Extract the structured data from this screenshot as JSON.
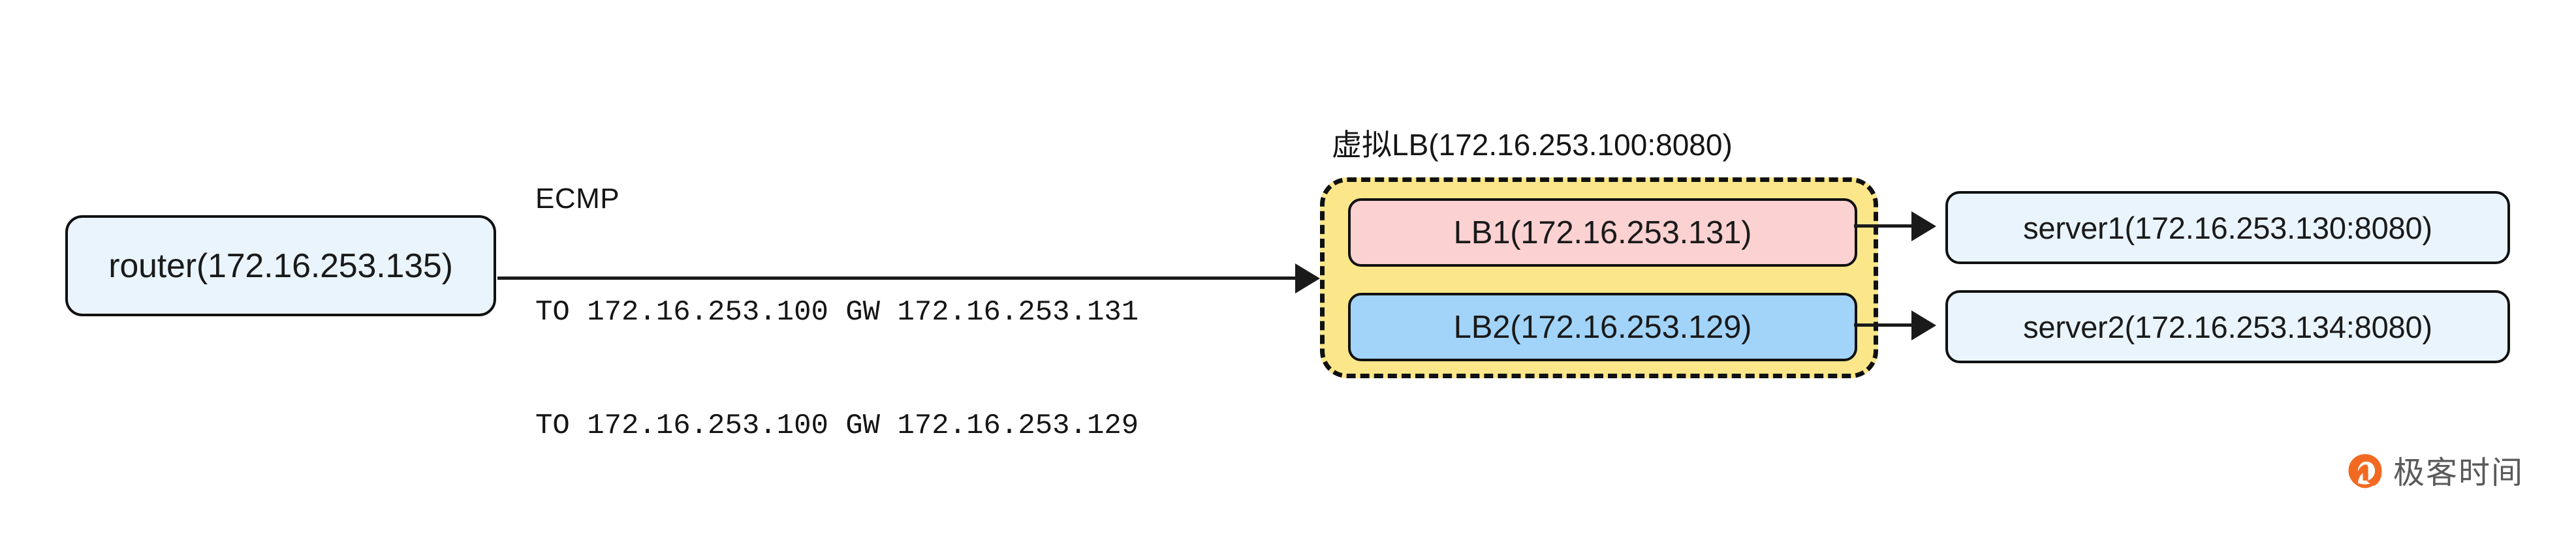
{
  "diagram": {
    "title": "ECMP load balancing network topology",
    "router": {
      "label": "router(172.16.253.135)"
    },
    "ecmp": {
      "title": "ECMP",
      "routes": [
        "TO 172.16.253.100 GW 172.16.253.131",
        "TO 172.16.253.100 GW 172.16.253.129"
      ]
    },
    "virtual_lb": {
      "label": "虚拟LB(172.16.253.100:8080)",
      "members": [
        {
          "label": "LB1(172.16.253.131)",
          "color": "#fbd1d1"
        },
        {
          "label": "LB2(172.16.253.129)",
          "color": "#a2d4fa"
        }
      ],
      "container_color": "#fbe78a",
      "border_style": "dashed"
    },
    "servers": [
      {
        "label": "server1(172.16.253.130:8080)"
      },
      {
        "label": "server2(172.16.253.134:8080)"
      }
    ],
    "colors": {
      "node_fill": "#e9f4fd",
      "stroke": "#111111",
      "group_fill": "#fbe78a",
      "lb1_fill": "#fbd1d1",
      "lb2_fill": "#a2d4fa",
      "watermark": "#5a5a5a",
      "watermark_logo": "#f26a21"
    }
  },
  "watermark": {
    "text": "极客时间",
    "logo_icon": "geektime-logo-icon"
  }
}
